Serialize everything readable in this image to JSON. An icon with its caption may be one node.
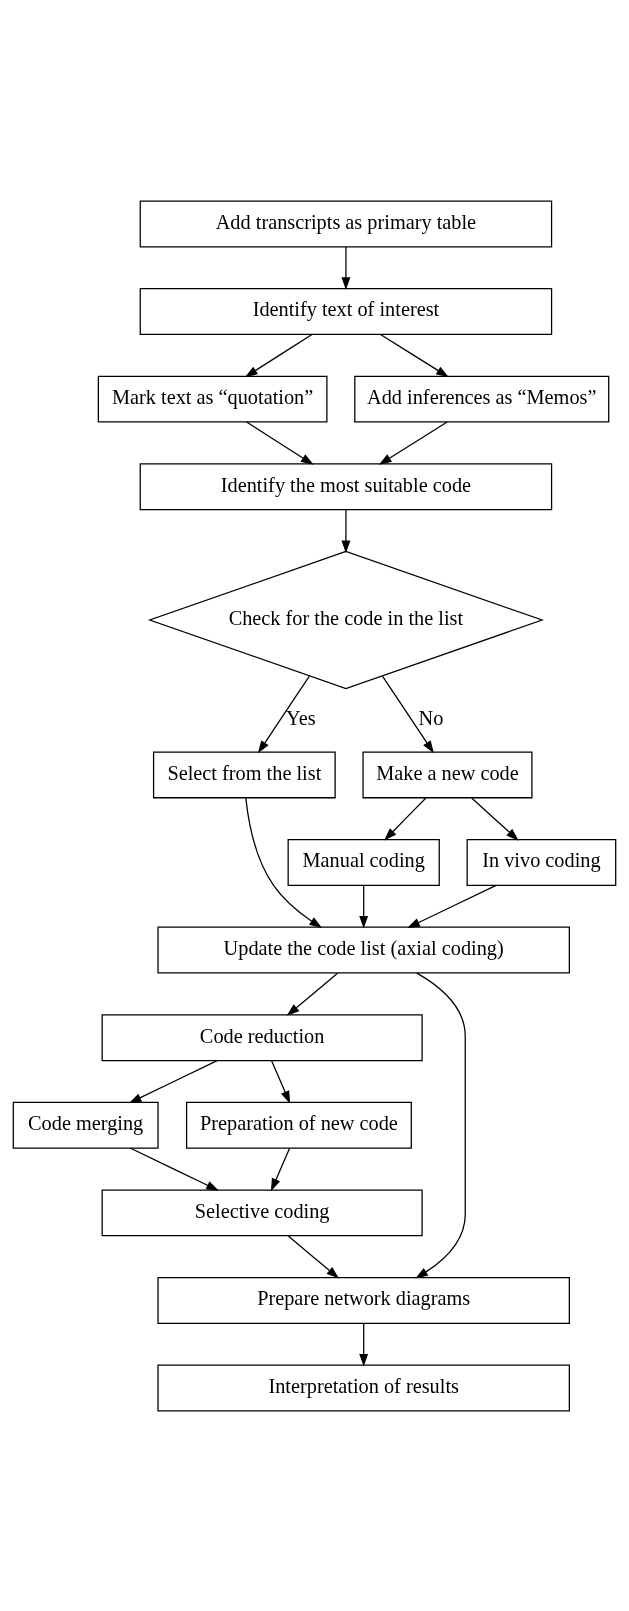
{
  "diagram": {
    "nodes": [
      {
        "text": [
          "Add transcripts as primary table"
        ]
      },
      {
        "text": [
          "Identify text of interest"
        ]
      },
      {
        "text": [
          "Mark text as “quotation”"
        ]
      },
      {
        "text": [
          "Add inferences as “Memos”"
        ]
      },
      {
        "text": [
          "Identify the most suitable code"
        ]
      },
      {
        "text": [
          "Check for the code in the list"
        ]
      },
      {
        "text": [
          "Select from the list"
        ]
      },
      {
        "text": [
          "Make a new code"
        ]
      },
      {
        "text": [
          "Manual coding"
        ]
      },
      {
        "text": [
          "In vivo coding"
        ]
      },
      {
        "text": [
          "Update the code list (axial coding)"
        ]
      },
      {
        "text": [
          "Code reduction"
        ]
      },
      {
        "text": [
          "Code merging"
        ]
      },
      {
        "text": [
          "Preparation of new code"
        ]
      },
      {
        "text": [
          "Selective coding"
        ]
      },
      {
        "text": [
          "Prepare network diagrams"
        ]
      },
      {
        "text": [
          "Interpretation of results"
        ]
      }
    ],
    "edges": [
      {
        "from": 0,
        "to": 1,
        "arrow": "to"
      },
      {
        "from": 1,
        "to": 2,
        "arrow": "to"
      },
      {
        "from": 1,
        "to": 3,
        "arrow": "to"
      },
      {
        "from": 2,
        "to": 4,
        "arrow": "to"
      },
      {
        "from": 3,
        "to": 4,
        "arrow": "to"
      },
      {
        "from": 4,
        "to": 5,
        "arrow": "to"
      },
      {
        "from": 5,
        "to": 6,
        "arrow": "to",
        "label": "Yes"
      },
      {
        "from": 5,
        "to": 7,
        "arrow": "to",
        "label": "No"
      },
      {
        "from": 7,
        "to": 8,
        "arrow": "to"
      },
      {
        "from": 7,
        "to": 9,
        "arrow": "to"
      },
      {
        "from": 6,
        "to": 10,
        "arrow": "to"
      },
      {
        "from": 8,
        "to": 10,
        "arrow": "to"
      },
      {
        "from": 9,
        "to": 10,
        "arrow": "to"
      },
      {
        "from": 10,
        "to": 11,
        "arrow": "to"
      },
      {
        "from": 11,
        "to": 12,
        "arrow": "to"
      },
      {
        "from": 11,
        "to": 13,
        "arrow": "to"
      },
      {
        "from": 12,
        "to": 14,
        "arrow": "to"
      },
      {
        "from": 13,
        "to": 14,
        "arrow": "to"
      },
      {
        "from": 14,
        "to": 15,
        "arrow": "to"
      },
      {
        "from": 10,
        "to": 15,
        "arrow": "to"
      },
      {
        "from": 15,
        "to": 16,
        "arrow": "to"
      }
    ]
  }
}
